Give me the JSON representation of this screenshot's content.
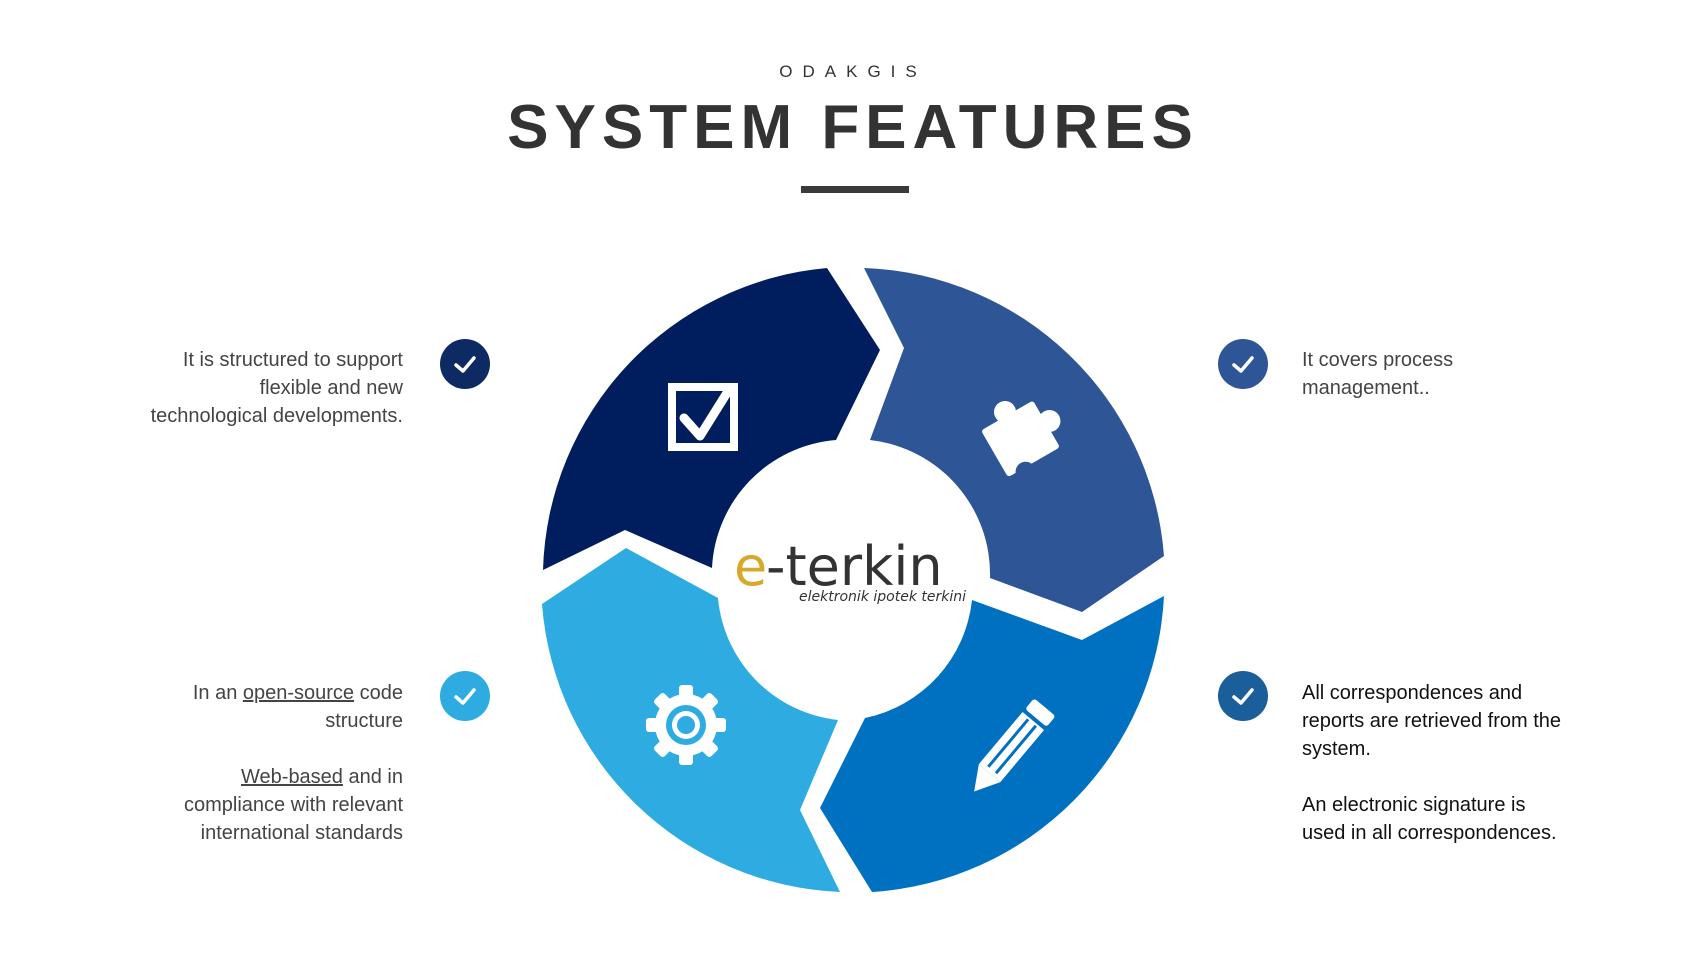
{
  "header": {
    "eyebrow": "ODAKGIS",
    "title": "SYSTEM FEATURES"
  },
  "center_logo": {
    "brand": "e-terkin",
    "tagline": "elektronik ipotek terkini"
  },
  "features": {
    "top_left": {
      "line1": "It is structured to support",
      "line2": "flexible and new",
      "line3": "technological developments.",
      "color": "#001e5e",
      "icon": "checkbox-icon"
    },
    "top_right": {
      "line1": "It covers process",
      "line2": "management..",
      "color": "#2e5596",
      "icon": "puzzle-icon"
    },
    "bottom_left": {
      "p1_pre": "In an ",
      "p1_link": "open-source",
      "p1_post": " code",
      "p1_line2": "structure",
      "p2_link": "Web-based",
      "p2_post": " and in",
      "p2_line2": "compliance with relevant",
      "p2_line3": "international standards",
      "color": "#2eace2",
      "icon": "gear-icon"
    },
    "bottom_right": {
      "line1": "All correspondences and",
      "line2": "reports are retrieved from the",
      "line3": "system.",
      "line4": "An electronic signature is",
      "line5": "used in all correspondences.",
      "color": "#0071c1",
      "icon": "pencil-icon"
    }
  },
  "colors": {
    "check_top_left": "#0d2a63",
    "check_top_right": "#2e5596",
    "check_bottom_left": "#2eace2",
    "check_bottom_right": "#1a5e9a",
    "logo_e": "#d8a82a",
    "logo_text": "#333333"
  }
}
